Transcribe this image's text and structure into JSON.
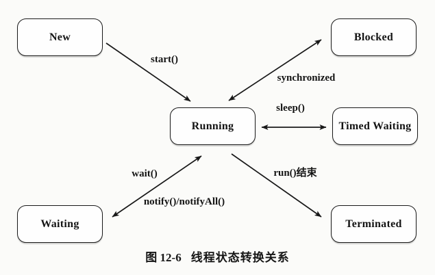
{
  "figure": {
    "caption_number": "图 12-6",
    "caption_title": "线程状态转换关系"
  },
  "states": {
    "new": "New",
    "blocked": "Blocked",
    "running": "Running",
    "timed_waiting": "Timed Waiting",
    "waiting": "Waiting",
    "terminated": "Terminated"
  },
  "transitions": {
    "start": "start()",
    "synchronized": "synchronized",
    "sleep": "sleep()",
    "wait": "wait()",
    "notify": "notify()/notifyAll()",
    "run_end": "run()结束"
  },
  "colors": {
    "ink": "#191919",
    "paper": "#fbfbf9"
  }
}
